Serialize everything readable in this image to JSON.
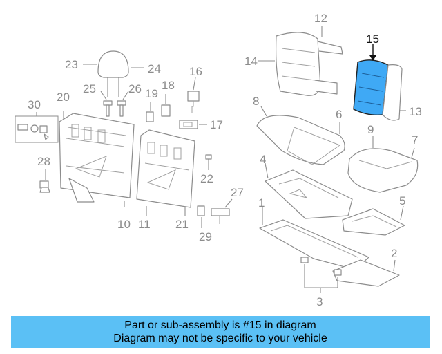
{
  "diagram": {
    "highlight_color": "#3fa9f5",
    "highlighted_part": "15",
    "callouts": {
      "n1": "1",
      "n2": "2",
      "n3": "3",
      "n4": "4",
      "n5": "5",
      "n6": "6",
      "n7": "7",
      "n8": "8",
      "n9": "9",
      "n10": "10",
      "n11": "11",
      "n12": "12",
      "n13": "13",
      "n14": "14",
      "n15": "15",
      "n16": "16",
      "n17": "17",
      "n18": "18",
      "n19": "19",
      "n20": "20",
      "n21": "21",
      "n22": "22",
      "n23": "23",
      "n24": "24",
      "n25": "25",
      "n26": "26",
      "n27": "27",
      "n28": "28",
      "n29": "29",
      "n30": "30"
    }
  },
  "banner": {
    "line1": "Part or sub-assembly is #15 in diagram",
    "line2": "Diagram may not be specific to your vehicle",
    "color": "#5bc0f5"
  }
}
